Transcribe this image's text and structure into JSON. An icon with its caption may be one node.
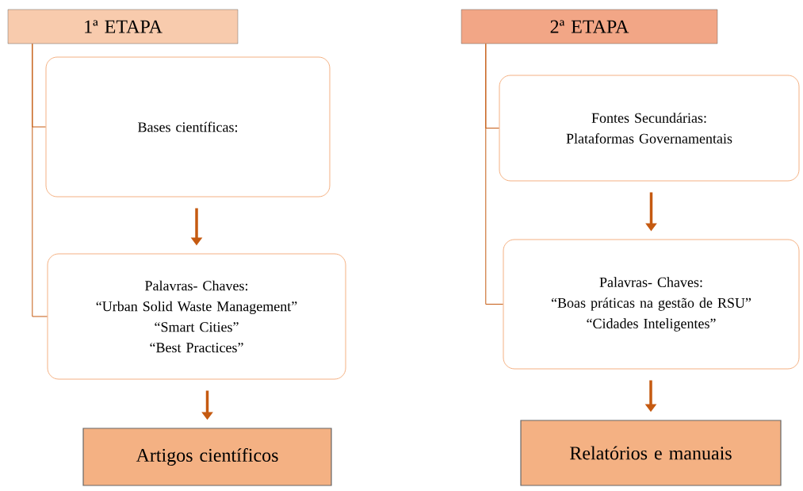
{
  "diagram": {
    "nodes": [
      {
        "text": [
          "1ª ETAPA"
        ]
      },
      {
        "text": [
          "Bases científicas:"
        ]
      },
      {
        "text": [
          "Palavras- Chaves:",
          "“Urban Solid Waste Management”",
          "“Smart Cities”",
          "“Best Practices”"
        ]
      },
      {
        "text": [
          "Artigos científicos"
        ]
      },
      {
        "text": [
          "2ª ETAPA"
        ]
      },
      {
        "text": [
          "Fontes Secundárias:",
          "Plataformas Governamentais"
        ]
      },
      {
        "text": [
          "Palavras- Chaves:",
          "“Boas práticas na gestão de RSU”",
          "“Cidades Inteligentes”"
        ]
      },
      {
        "text": [
          "Relatórios e manuais"
        ]
      }
    ],
    "edges": [
      {
        "from": 0,
        "to": 1,
        "arrow": "none"
      },
      {
        "from": 0,
        "to": 2,
        "arrow": "none"
      },
      {
        "from": 1,
        "to": 2,
        "arrow": "to",
        "style": "thick"
      },
      {
        "from": 2,
        "to": 3,
        "arrow": "to",
        "style": "thick"
      },
      {
        "from": 4,
        "to": 5,
        "arrow": "none"
      },
      {
        "from": 4,
        "to": 6,
        "arrow": "none"
      },
      {
        "from": 5,
        "to": 6,
        "arrow": "to",
        "style": "thick"
      },
      {
        "from": 6,
        "to": 7,
        "arrow": "to",
        "style": "thick"
      }
    ]
  }
}
